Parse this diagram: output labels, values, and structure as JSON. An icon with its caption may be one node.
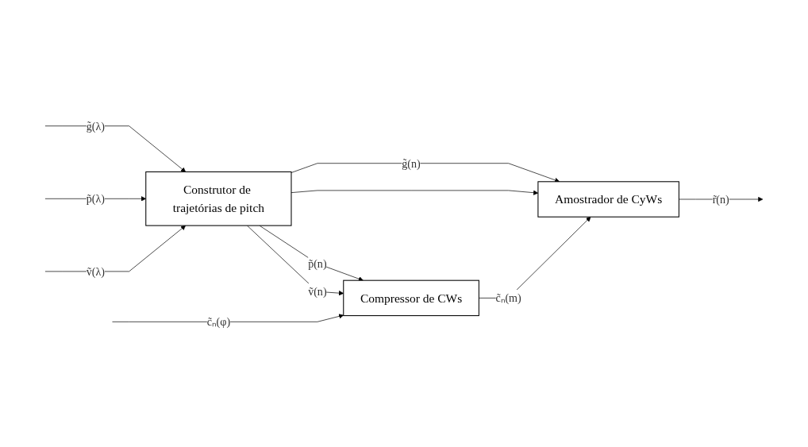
{
  "diagram": {
    "nodes": [
      {
        "text": [
          "Construtor de trajetórias de pitch"
        ]
      },
      {
        "text": [
          "Compressor de CWs"
        ]
      },
      {
        "text": [
          "Amostrador de CyWs"
        ]
      }
    ],
    "edges": [
      {
        "from": null,
        "to": 0,
        "arrow": "to",
        "label": "g̃(λ)"
      },
      {
        "from": null,
        "to": 0,
        "arrow": "to",
        "label": "p̃(λ)"
      },
      {
        "from": null,
        "to": 0,
        "arrow": "to",
        "label": "ṽ(λ)"
      },
      {
        "from": 0,
        "to": 2,
        "arrow": "to",
        "label": "g̃(n)"
      },
      {
        "from": 0,
        "to": 1,
        "arrow": "to",
        "label": "p̃(n)"
      },
      {
        "from": 0,
        "to": 2,
        "arrow": "to"
      },
      {
        "from": 0,
        "to": 1,
        "arrow": "to",
        "label": "ṽ(n)"
      },
      {
        "from": null,
        "to": 1,
        "arrow": "to",
        "label": "c̃ₙ(φ)"
      },
      {
        "from": 1,
        "to": 2,
        "arrow": "to",
        "label": "c̃ₙ(m)"
      },
      {
        "from": 2,
        "to": null,
        "arrow": "to",
        "label": "r̃(n)"
      }
    ]
  }
}
